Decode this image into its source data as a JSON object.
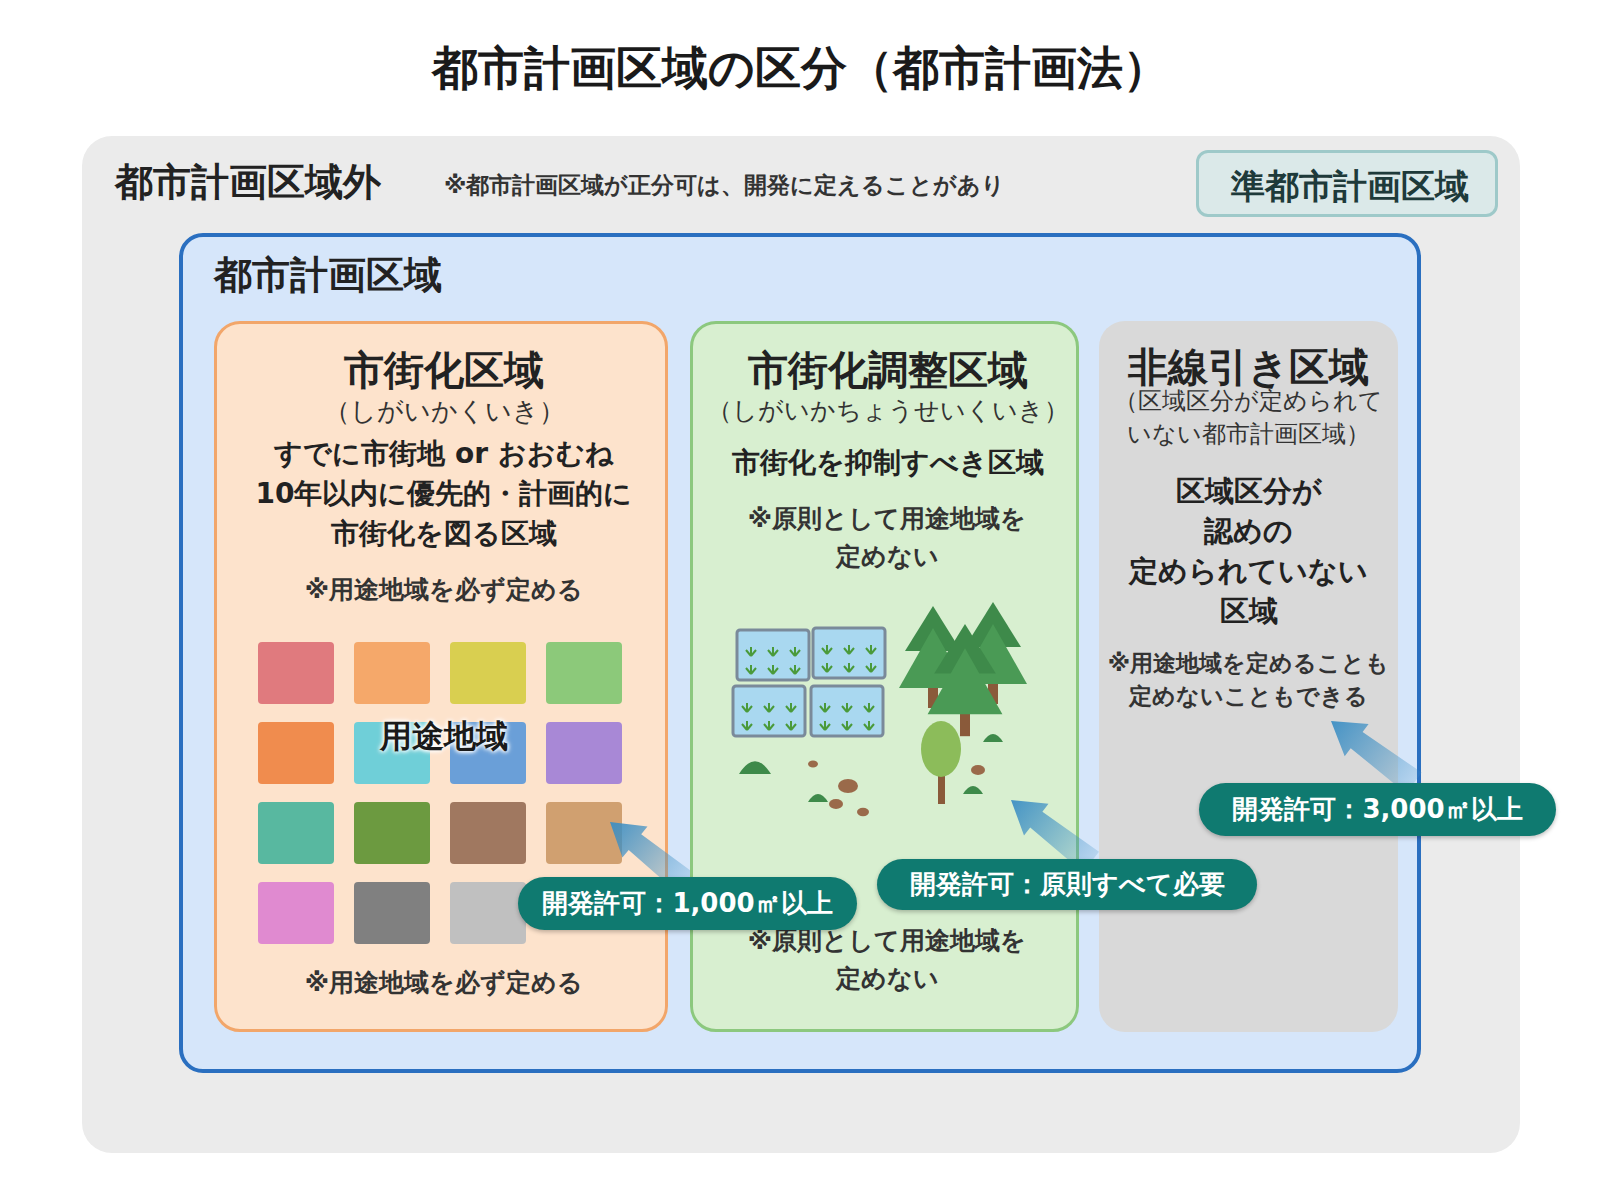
{
  "diagram": {
    "title": "都市計画区域の区分（都市計画法）",
    "nodes": [
      {
        "text": [
          "都市計画区域外",
          "※都市計画区域が正分可は、開発に定えることがあり"
        ]
      },
      {
        "text": [
          "準都市計画区域"
        ],
        "in": 0
      },
      {
        "text": [
          "都市計画区域"
        ],
        "in": 0
      },
      {
        "text": [
          "市街化区域",
          "（しがいかくいき）",
          "すでに市街地 or おおむね 10年以内に優先的・計画的に 市街化を図る区域",
          "※用途地域を必ず定める",
          "用途地域",
          "※用途地域を必ず定める"
        ],
        "in": 2
      },
      {
        "text": [
          "市街化調整区域",
          "（しがいかちょうせいくいき）",
          "市街化を抑制すべき区域",
          "※原則として用途地域を 定めない",
          "※原則として用途地域を 定めない"
        ],
        "in": 2
      },
      {
        "text": [
          "非線引き区域",
          "（区域区分が定められて いない都市計画区域）",
          "区域区分が 認めの 定められていない 区域",
          "※用途地域を定めることも 定めないこともできる"
        ],
        "in": 2
      },
      {
        "text": [
          "開発許可：1,000㎡以上"
        ],
        "in": 2
      },
      {
        "text": [
          "開発許可：原則すべて必要"
        ],
        "in": 2
      },
      {
        "text": [
          "開発許可：3,000㎡以上"
        ],
        "in": 2
      }
    ]
  }
}
